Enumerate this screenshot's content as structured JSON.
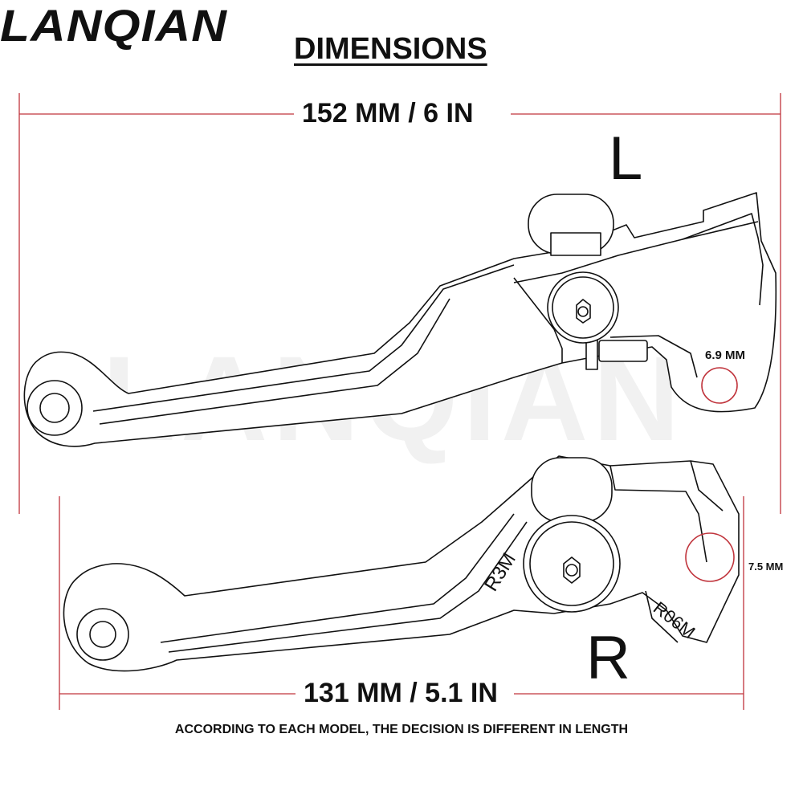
{
  "brand": {
    "logo_text": "LANQIAN",
    "watermark": "LANQIAN"
  },
  "heading": "DIMENSIONS",
  "left_lever": {
    "side_label": "L",
    "length_label": "152 MM / 6 IN",
    "hole_label": "6.9 MM"
  },
  "right_lever": {
    "side_label": "R",
    "length_label": "131 MM / 5.1 IN",
    "hole_label": "7.5 MM",
    "engraving_1": "R3M",
    "engraving_2": "R06M"
  },
  "footnote": "ACCORDING TO EACH MODEL, THE DECISION IS DIFFERENT IN LENGTH",
  "colors": {
    "dimension_line": "#c0343c",
    "outline": "#111111",
    "watermark": "#f1f1f1"
  }
}
